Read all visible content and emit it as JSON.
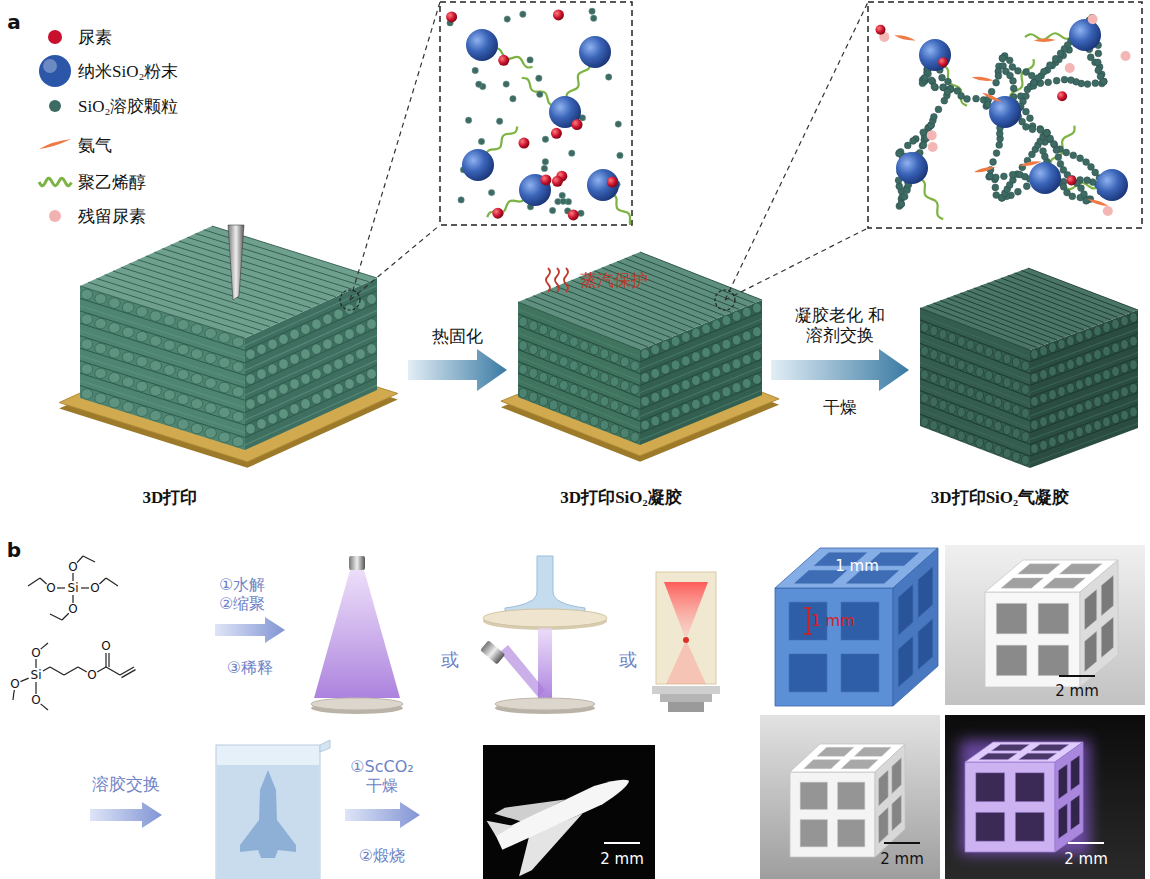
{
  "diagram": {
    "nodes": [
      {
        "text": [
          "3D打印"
        ]
      },
      {
        "text": [
          "3D打印SiO₂凝胶"
        ]
      },
      {
        "text": [
          "3D打印SiO₂气凝胶"
        ]
      }
    ],
    "edges": [
      {
        "from": 0,
        "to": 1,
        "arrow": "to",
        "label": "热固化"
      },
      {
        "from": 1,
        "to": 2,
        "arrow": "to",
        "label": "凝胶老化 和溶剂交换"
      }
    ],
    "labels": [
      "a",
      "蒸汽保护",
      "干燥",
      "b",
      "Si",
      "O",
      "O",
      "O",
      "O",
      "Si",
      "O",
      "O",
      "O",
      "O",
      "O",
      "①水解 ②缩聚",
      "③稀释",
      "或",
      "或",
      "溶胶交换",
      "①ScCO₂ 干燥",
      "②煅烧",
      "2 mm",
      "1 mm",
      "1 mm",
      "2 mm",
      "2 mm",
      "2 mm"
    ],
    "legend": [
      {
        "text": "尿素",
        "color": "#c8102e"
      },
      {
        "text": "纳米SiO₂粉末",
        "color": "#2c56a8"
      },
      {
        "text": "SiO₂溶胶颗粒",
        "color": "#3d6b64"
      },
      {
        "text": "氨气",
        "color": "#f07a45"
      },
      {
        "text": "聚乙烯醇"
      },
      {
        "text": "残留尿素",
        "color": "#f2b2b0"
      }
    ]
  }
}
